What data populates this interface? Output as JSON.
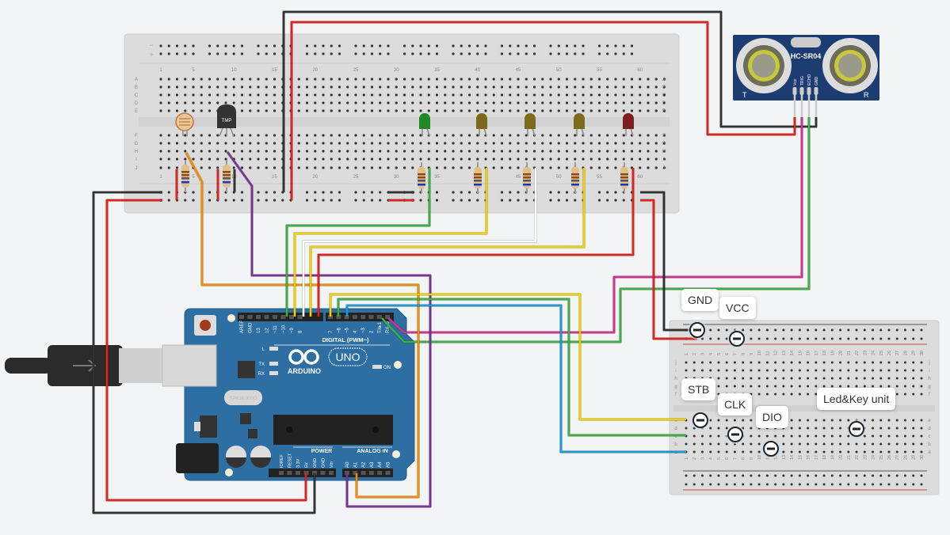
{
  "colors": {
    "board_bg": "#dcdcdc",
    "page_bg": "#f3f4f6",
    "arduino": "#2d6ea3",
    "sensor": "#1d3d72",
    "wire_red": "#e3211d",
    "wire_black": "#333333",
    "wire_green": "#3cb043",
    "wire_yellow": "#f2d100",
    "wire_white": "#ffffff",
    "wire_orange": "#f28c00",
    "wire_purple": "#7a3196",
    "wire_magenta": "#d5318f",
    "wire_blue": "#1b9ad6"
  },
  "main_breadboard": {
    "column_numbers": [
      "1",
      "5",
      "10",
      "15",
      "20",
      "25",
      "30",
      "35",
      "40",
      "45",
      "50",
      "55",
      "60"
    ],
    "rows_top": [
      "A",
      "B",
      "C",
      "D",
      "E"
    ],
    "rows_bottom": [
      "F",
      "G",
      "H",
      "I",
      "J"
    ],
    "rail_minus": "−",
    "rail_plus": "+"
  },
  "components": {
    "tmp_label": "TMP",
    "leds": [
      {
        "color": "#1f8a23"
      },
      {
        "color": "#7c6a1d"
      },
      {
        "color": "#7c6a1d"
      },
      {
        "color": "#7c6a1d"
      },
      {
        "color": "#7e1e1e"
      }
    ]
  },
  "sensor": {
    "model": "HC-SR04",
    "pins": [
      "Vcc",
      "TRIG",
      "ECHO",
      "GND"
    ],
    "left_mark": "T",
    "right_mark": "R"
  },
  "arduino": {
    "brand": "ARDUINO",
    "model": "UNO",
    "digital_title": "DIGITAL (PWM~)",
    "digital_pins_1": [
      "AREF",
      "GND",
      "13",
      "12",
      "~11",
      "~10",
      "~9",
      "8"
    ],
    "digital_pins_2": [
      "7",
      "~6",
      "~5",
      "4",
      "~3",
      "2",
      "TX▸1",
      "RX◂0"
    ],
    "power_title": "POWER",
    "power_pins": [
      "IOREF",
      "RESET",
      "3.3V",
      "5V",
      "GND",
      "GND",
      "Vin"
    ],
    "analog_title": "ANALOG IN",
    "analog_pins": [
      "A0",
      "A1",
      "A2",
      "A3",
      "A4",
      "A5"
    ],
    "led_labels": [
      "L",
      "TX",
      "RX"
    ],
    "on_label": "ON",
    "crystal": "SPK16.000G"
  },
  "small_breadboard": {
    "numbers": [
      "1",
      "2",
      "3",
      "4",
      "5",
      "6",
      "7",
      "8",
      "9",
      "10",
      "11",
      "12",
      "13",
      "14",
      "15",
      "16",
      "17",
      "18",
      "19",
      "20",
      "21",
      "22",
      "23",
      "24",
      "25",
      "26",
      "27",
      "28",
      "29",
      "30"
    ],
    "rows_top": [
      "j",
      "i",
      "h",
      "g",
      "f"
    ],
    "rows_bottom": [
      "e",
      "d",
      "c",
      "b",
      "a"
    ]
  },
  "callouts": [
    {
      "label": "GND"
    },
    {
      "label": "VCC"
    },
    {
      "label": "STB"
    },
    {
      "label": "CLK"
    },
    {
      "label": "DIO"
    },
    {
      "label": "Led&Key unit"
    }
  ]
}
